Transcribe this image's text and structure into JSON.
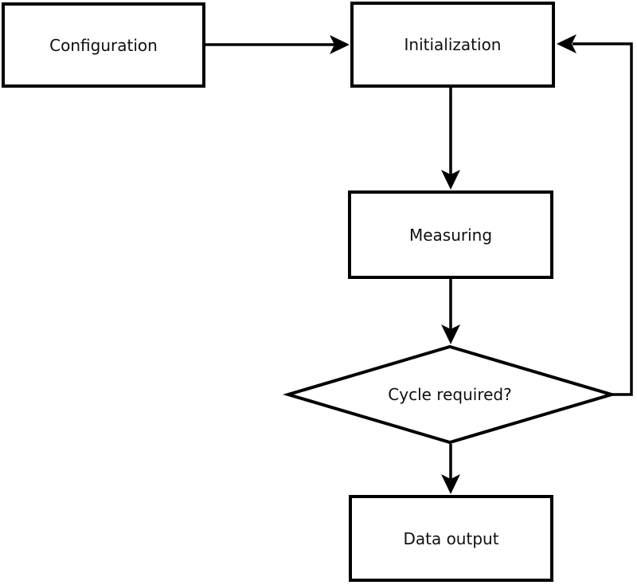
{
  "diagram": {
    "type": "flowchart",
    "nodes": {
      "configuration": {
        "label": "Configuration",
        "shape": "rectangle"
      },
      "initialization": {
        "label": "Initialization",
        "shape": "rectangle"
      },
      "measuring": {
        "label": "Measuring",
        "shape": "rectangle"
      },
      "decision": {
        "label": "Cycle required?",
        "shape": "diamond"
      },
      "data_output": {
        "label": "Data output",
        "shape": "rectangle"
      }
    },
    "edges": [
      {
        "from": "configuration",
        "to": "initialization",
        "style": "arrow-right"
      },
      {
        "from": "initialization",
        "to": "measuring",
        "style": "arrow-down"
      },
      {
        "from": "measuring",
        "to": "decision",
        "style": "arrow-down"
      },
      {
        "from": "decision",
        "to": "data_output",
        "style": "arrow-down"
      },
      {
        "from": "decision",
        "to": "initialization",
        "style": "feedback-loop-right"
      }
    ],
    "colors": {
      "stroke": "#000000",
      "background": "#ffffff",
      "text": "#0f0f0f"
    }
  }
}
